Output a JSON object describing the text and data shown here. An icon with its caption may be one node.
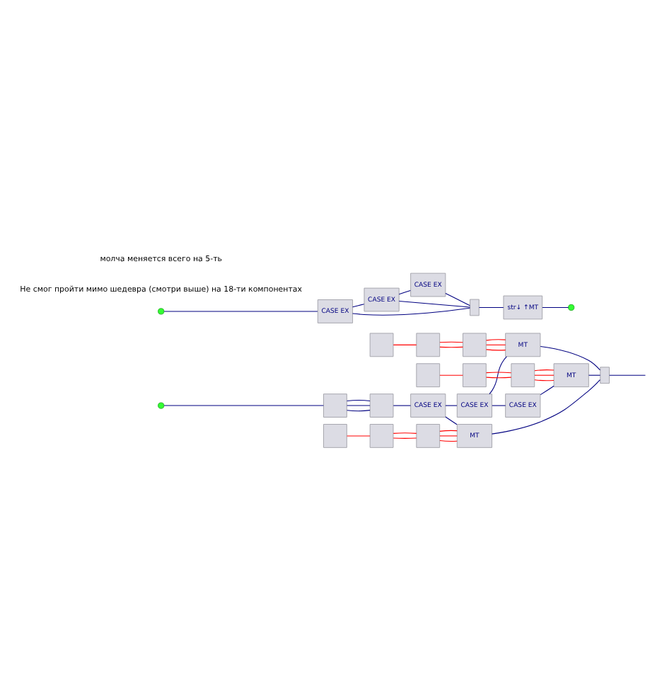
{
  "diagram": {
    "nodes": [
      {
        "text": [],
        "shape": "circle"
      },
      {
        "text": [],
        "shape": "box"
      },
      {
        "text": [],
        "shape": "box"
      },
      {
        "text": [
          "CASE EX"
        ]
      },
      {
        "text": [],
        "shape": "box"
      },
      {
        "text": [],
        "shape": "box"
      },
      {
        "text": [],
        "shape": "box"
      },
      {
        "text": [
          "MT"
        ]
      },
      {
        "text": [
          "CASE EX"
        ]
      },
      {
        "text": [],
        "shape": "box"
      },
      {
        "text": [],
        "shape": "box"
      },
      {
        "text": [],
        "shape": "box"
      },
      {
        "text": [
          "MT"
        ]
      },
      {
        "text": [
          "CASE EX"
        ]
      },
      {
        "text": [],
        "shape": "box"
      },
      {
        "text": [],
        "shape": "box"
      },
      {
        "text": [],
        "shape": "box"
      },
      {
        "text": [
          "MT"
        ]
      },
      {
        "text": [],
        "shape": "bar"
      },
      {
        "text": [],
        "shape": "circle"
      },
      {
        "text": [
          "CASE EX"
        ]
      },
      {
        "text": [
          "CASE EX"
        ]
      },
      {
        "text": [
          "CASE EX"
        ]
      },
      {
        "text": [],
        "shape": "bar"
      },
      {
        "text": [
          "str↓ ↑MT"
        ]
      },
      {
        "text": [],
        "shape": "circle"
      }
    ],
    "edges": [
      {
        "from": 0,
        "to": 1,
        "arrow": "none"
      },
      {
        "from": 1,
        "to": 2,
        "arrow": "none"
      },
      {
        "from": 1,
        "to": 2,
        "arrow": "none"
      },
      {
        "from": 1,
        "to": 2,
        "arrow": "none"
      },
      {
        "from": 2,
        "to": 3,
        "arrow": "none"
      },
      {
        "from": 3,
        "to": 7,
        "arrow": "none"
      },
      {
        "from": 3,
        "to": 8,
        "arrow": "none"
      },
      {
        "from": 4,
        "to": 5,
        "arrow": "none",
        "color": "#ff0000"
      },
      {
        "from": 5,
        "to": 6,
        "arrow": "none",
        "color": "#ff0000"
      },
      {
        "from": 5,
        "to": 6,
        "arrow": "none",
        "color": "#ff0000"
      },
      {
        "from": 6,
        "to": 7,
        "arrow": "none",
        "color": "#ff0000"
      },
      {
        "from": 6,
        "to": 7,
        "arrow": "none",
        "color": "#ff0000"
      },
      {
        "from": 6,
        "to": 7,
        "arrow": "none",
        "color": "#ff0000"
      },
      {
        "from": 7,
        "to": 18,
        "arrow": "none"
      },
      {
        "from": 8,
        "to": 12,
        "arrow": "none"
      },
      {
        "from": 8,
        "to": 13,
        "arrow": "none"
      },
      {
        "from": 9,
        "to": 10,
        "arrow": "none",
        "color": "#ff0000"
      },
      {
        "from": 10,
        "to": 11,
        "arrow": "none",
        "color": "#ff0000"
      },
      {
        "from": 10,
        "to": 11,
        "arrow": "none",
        "color": "#ff0000"
      },
      {
        "from": 11,
        "to": 12,
        "arrow": "none",
        "color": "#ff0000"
      },
      {
        "from": 11,
        "to": 12,
        "arrow": "none",
        "color": "#ff0000"
      },
      {
        "from": 11,
        "to": 12,
        "arrow": "none",
        "color": "#ff0000"
      },
      {
        "from": 12,
        "to": 18,
        "arrow": "none"
      },
      {
        "from": 13,
        "to": 17,
        "arrow": "none"
      },
      {
        "from": 14,
        "to": 15,
        "arrow": "none",
        "color": "#ff0000"
      },
      {
        "from": 15,
        "to": 16,
        "arrow": "none",
        "color": "#ff0000"
      },
      {
        "from": 15,
        "to": 16,
        "arrow": "none",
        "color": "#ff0000"
      },
      {
        "from": 16,
        "to": 17,
        "arrow": "none",
        "color": "#ff0000"
      },
      {
        "from": 16,
        "to": 17,
        "arrow": "none",
        "color": "#ff0000"
      },
      {
        "from": 16,
        "to": 17,
        "arrow": "none",
        "color": "#ff0000"
      },
      {
        "from": 17,
        "to": 18,
        "arrow": "none"
      },
      {
        "from": 18,
        "to": null,
        "arrow": "none"
      },
      {
        "from": 19,
        "to": 20,
        "arrow": "none"
      },
      {
        "from": 20,
        "to": 21,
        "arrow": "none"
      },
      {
        "from": 20,
        "to": 23,
        "arrow": "none"
      },
      {
        "from": 21,
        "to": 22,
        "arrow": "none"
      },
      {
        "from": 21,
        "to": 23,
        "arrow": "none"
      },
      {
        "from": 22,
        "to": 23,
        "arrow": "none"
      },
      {
        "from": 23,
        "to": 24,
        "arrow": "none"
      },
      {
        "from": 24,
        "to": 25,
        "arrow": "none"
      }
    ],
    "labels": [
      "Не смог пройти мимо шедевра (смотри выше) на 18-ти компонентах",
      "молча меняется всего на 5-ть"
    ]
  }
}
